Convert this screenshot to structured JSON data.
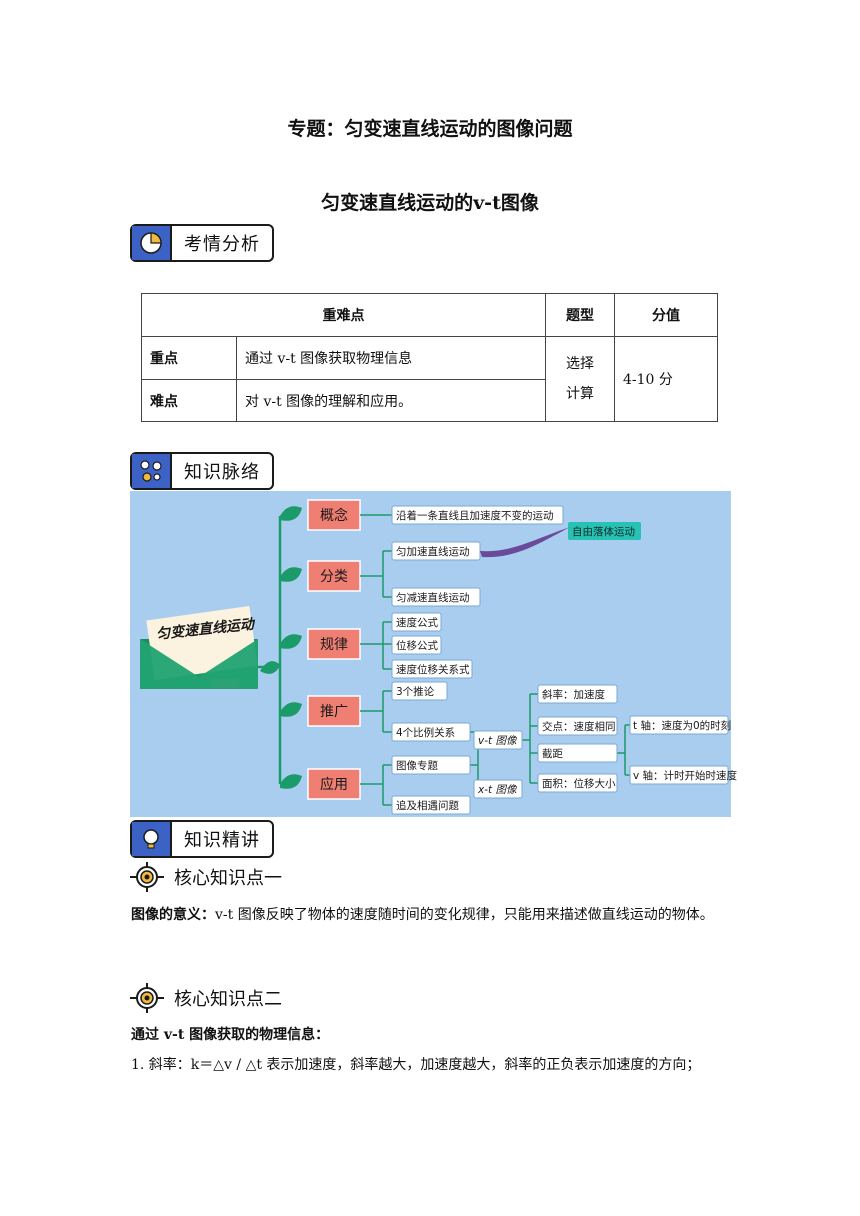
{
  "titles": {
    "main": "专题：匀变速直线运动的图像问题",
    "sub": "匀变速直线运动的v-t图像"
  },
  "sections": {
    "analysis": "考情分析",
    "network": "知识脉络",
    "lecture": "知识精讲"
  },
  "table": {
    "headers": [
      "重难点",
      "题型",
      "分值"
    ],
    "rows": [
      {
        "label": "重点",
        "content": "通过 v-t 图像获取物理信息"
      },
      {
        "label": "难点",
        "content": "对 v-t 图像的理解和应用。"
      }
    ],
    "type_lines": [
      "选择",
      "计算"
    ],
    "score": "4-10 分"
  },
  "mindmap": {
    "root": "匀变速直线运动",
    "branches": [
      "概念",
      "分类",
      "规律",
      "推广",
      "应用"
    ],
    "concept_text": "沿着一条直线且加速度不变的运动",
    "free_fall": "自由落体运动",
    "classify": [
      "匀加速直线运动",
      "匀减速直线运动"
    ],
    "laws": [
      "速度公式",
      "位移公式",
      "速度位移关系式"
    ],
    "extend": [
      "3个推论",
      "4个比例关系"
    ],
    "apply": [
      "图像专题",
      "追及相遇问题"
    ],
    "graphs": [
      "v-t 图像",
      "x-t 图像"
    ],
    "vt_items": [
      "斜率：加速度",
      "交点：速度相同",
      "截距",
      "面积：位移大小"
    ],
    "intercepts": [
      "t 轴：速度为0的时刻",
      "v 轴：计时开始时速度"
    ]
  },
  "kp1": {
    "heading": "核心知识点一",
    "lead": "图像的意义：",
    "body": "v-t 图像反映了物体的速度随时间的变化规律，只能用来描述做直线运动的物体。"
  },
  "kp2": {
    "heading": "核心知识点二",
    "lead": "通过 v-t 图像获取的物理信息：",
    "item1": "1. 斜率：k＝△v / △t 表示加速度，斜率越大，加速度越大，斜率的正负表示加速度的方向；"
  },
  "colors": {
    "accent_blue": "#3b62c4",
    "branch_red": "#ef7f73",
    "leaf_green": "#1b9a6a",
    "map_bg": "#a9cdee"
  }
}
